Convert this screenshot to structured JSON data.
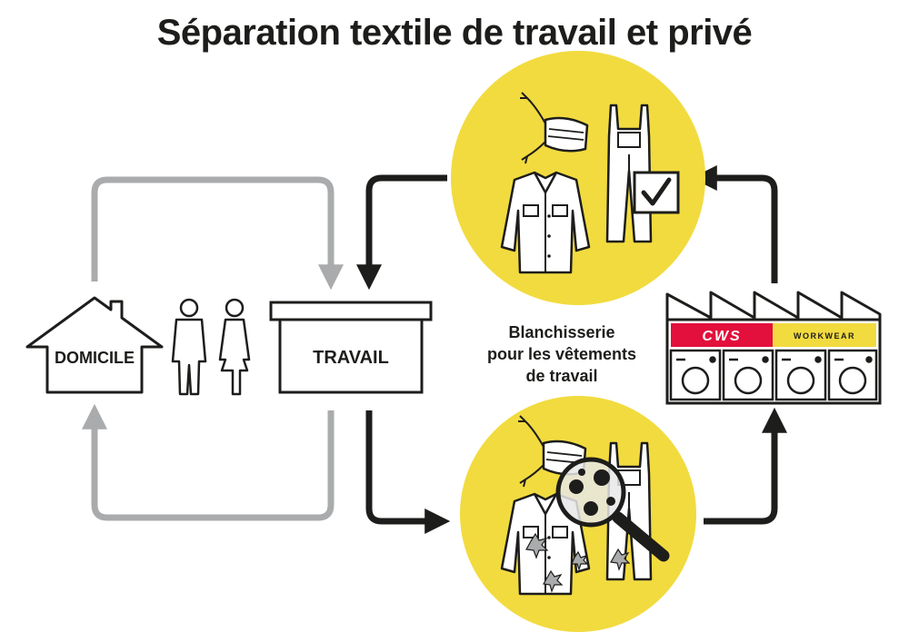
{
  "title": "Séparation textile de travail et privé",
  "nodes": {
    "home": "DOMICILE",
    "work": "TRAVAIL",
    "laundry_caption": [
      "Blanchisserie",
      "pour les vêtements",
      "de travail"
    ],
    "brand_logo": "CWS",
    "brand_tag": "WORKWEAR"
  },
  "icons": {
    "clean_clothes": "clean-workwear-icon",
    "dirty_clothes": "contaminated-workwear-icon",
    "people": "couple-icon",
    "factory": "laundry-factory-icon",
    "magnifier": "magnifier-icon",
    "checkbox": "checkbox-checked-icon"
  },
  "colors": {
    "yellow": "#f2db3f",
    "dark": "#1d1d1b",
    "gray": "#a9abad",
    "brand_red": "#e30f3c",
    "brand_yellow": "#f2db3f"
  }
}
